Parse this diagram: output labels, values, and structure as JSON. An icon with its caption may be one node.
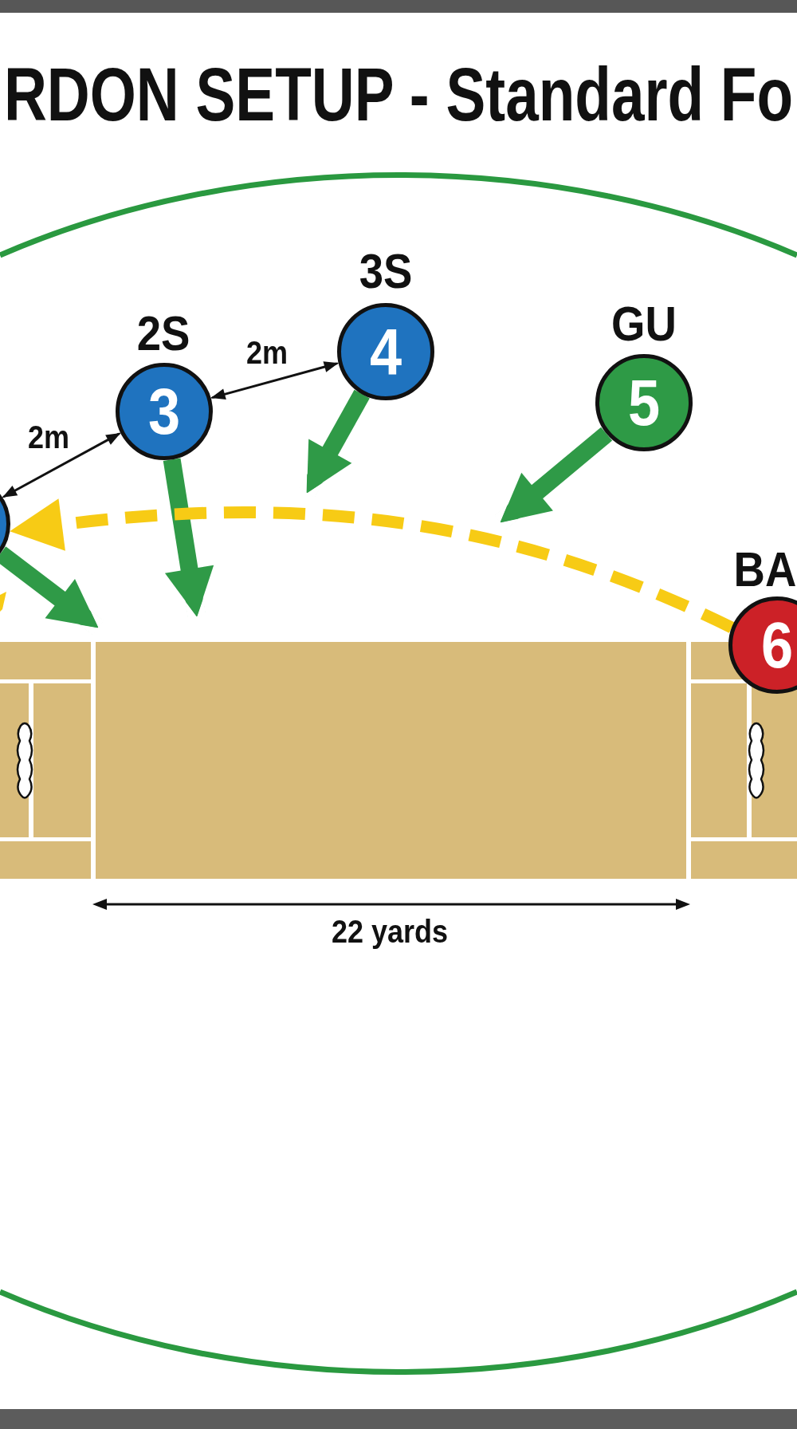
{
  "diagram": {
    "title": "RDON SETUP - Standard Fo",
    "nodes": [
      {
        "text": [],
        "shape": "circle"
      },
      {
        "text": [
          "2S",
          "3"
        ]
      },
      {
        "text": [
          "3S",
          "4"
        ]
      },
      {
        "text": [
          "GU",
          "5"
        ]
      },
      {
        "text": [
          "BA",
          "6"
        ]
      }
    ],
    "edges": [
      {
        "from": 0,
        "to": 1,
        "arrow": "both",
        "label": "2m",
        "color": "#111111"
      },
      {
        "from": 1,
        "to": 2,
        "arrow": "both",
        "label": "2m",
        "color": "#111111"
      },
      {
        "from": 0,
        "to": null,
        "arrow": "to"
      },
      {
        "from": 1,
        "to": null,
        "arrow": "to"
      },
      {
        "from": 2,
        "to": null,
        "arrow": "to"
      },
      {
        "from": 3,
        "to": null,
        "arrow": "to"
      },
      {
        "from": 4,
        "to": 0,
        "arrow": "to",
        "style": "dashed",
        "color": "#f7cb15"
      }
    ],
    "labels": [
      "22 yards"
    ]
  }
}
